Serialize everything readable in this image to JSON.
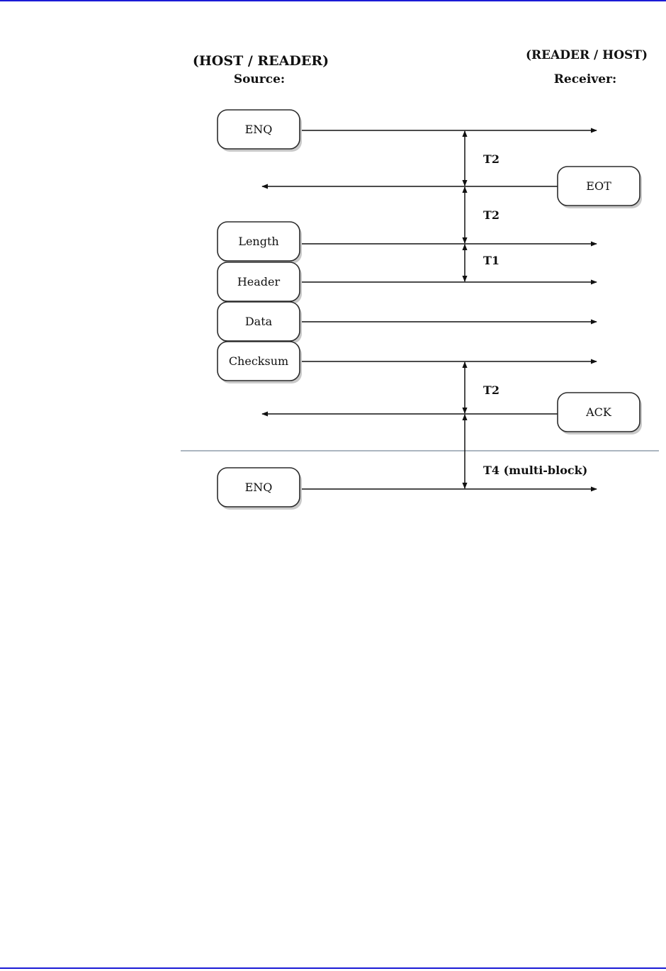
{
  "header": {
    "source_role": "(HOST / READER)",
    "source_title": "Source:",
    "receiver_role": "(READER / HOST)",
    "receiver_title": "Receiver:"
  },
  "boxes": {
    "enq_1": "ENQ",
    "eot": "EOT",
    "length": "Length",
    "header": "Header",
    "data": "Data",
    "checksum": "Checksum",
    "ack": "ACK",
    "enq_2": "ENQ"
  },
  "timers": {
    "t2_a": "T2",
    "t2_b": "T2",
    "t1": "T1",
    "t2_c": "T2",
    "t4": "T4 (multi-block)"
  },
  "colors": {
    "page_rule": "#1a1ad6",
    "separator": "#7a8a9a"
  }
}
